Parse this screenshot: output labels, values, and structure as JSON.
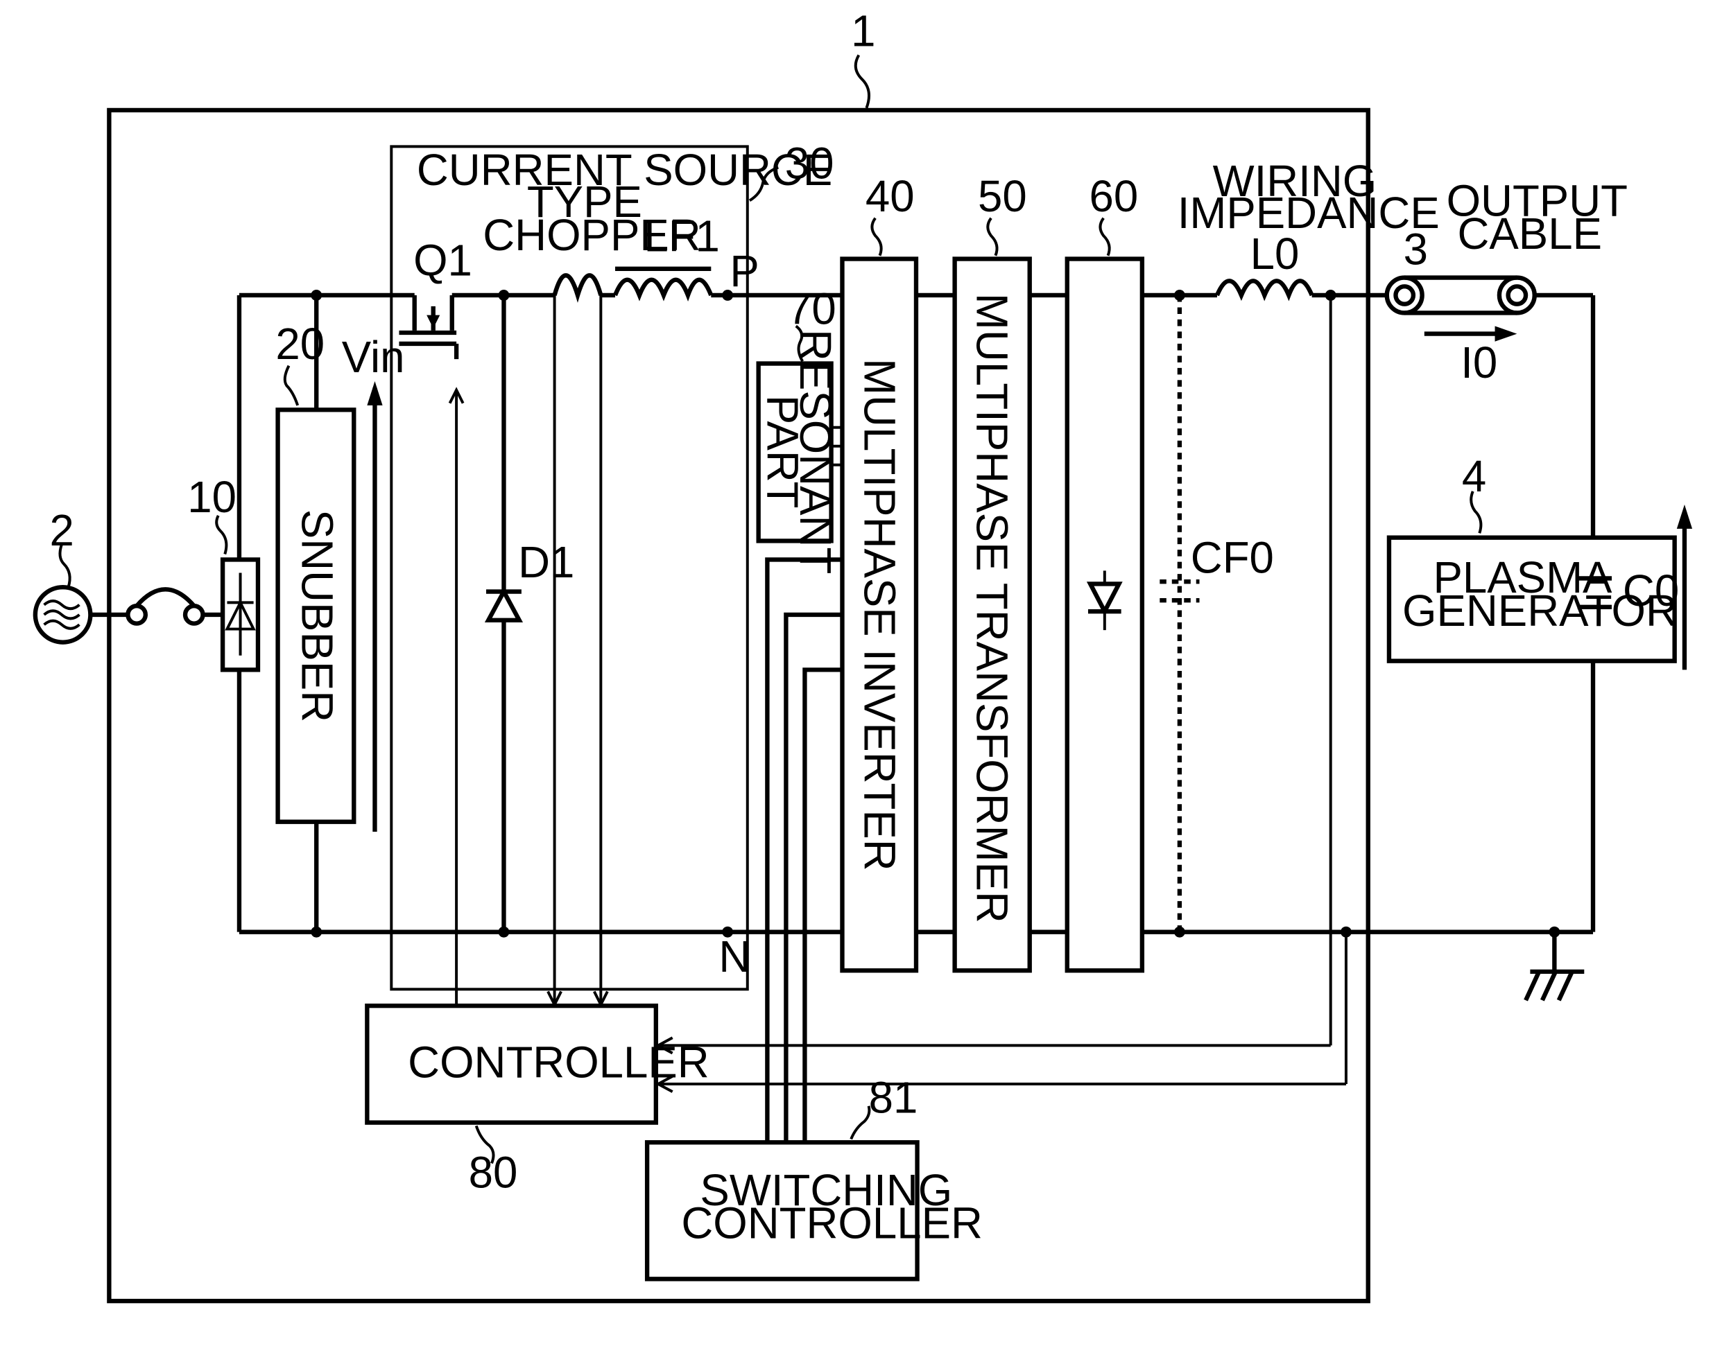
{
  "refs": {
    "power_supply": "1",
    "ac_source": "2",
    "output_cable": "3",
    "plasma_generator": "4",
    "rectifier": "10",
    "snubber": "20",
    "chopper": "30",
    "inverter": "40",
    "transformer": "50",
    "output_rectifier": "60",
    "resonant_part": "70",
    "controller": "80",
    "switching_controller": "81"
  },
  "labels": {
    "chopper_line1": "CURRENT SOURCE",
    "chopper_line2": "TYPE",
    "chopper_line3": "CHOPPER",
    "snubber": "SNUBBER",
    "resonant_line1": "RESONANT",
    "resonant_line2": "PART",
    "inverter": "MULTIPHASE INVERTER",
    "transformer": "MULTIPHASE TRANSFORMER",
    "wiring_line1": "WIRING",
    "wiring_line2": "IMPEDANCE",
    "cable_line1": "OUTPUT",
    "cable_line2": "CABLE",
    "plasma_line1": "PLASMA",
    "plasma_line2": "GENERATOR",
    "controller": "CONTROLLER",
    "switching_line1": "SWITCHING",
    "switching_line2": "CONTROLLER"
  },
  "symbols": {
    "q1": "Q1",
    "d1": "D1",
    "lf1": "LF1",
    "p": "P",
    "n": "N",
    "vin": "Vin",
    "cf0": "CF0",
    "l0": "L0",
    "i0": "I0",
    "c0": "C0"
  }
}
